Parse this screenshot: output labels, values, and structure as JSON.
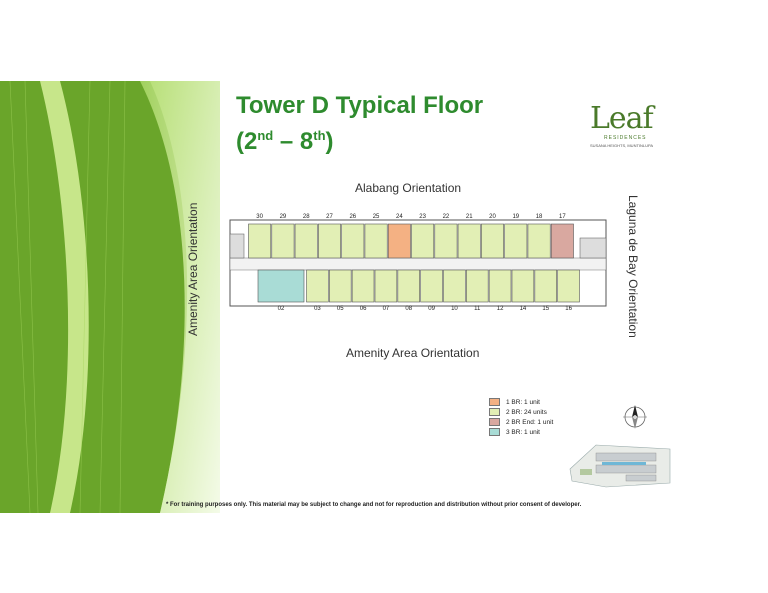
{
  "title": {
    "line1": "Tower D Typical Floor",
    "open": "(2",
    "sup1": "nd",
    "mid": " – 8",
    "sup2": "th",
    "close": ")"
  },
  "logo": {
    "word": "Leaf",
    "residences": "RESIDENCES",
    "location": "SUSANA HEIGHTS, MUNTINLUPA"
  },
  "orientation": {
    "top": "Alabang Orientation",
    "bottom": "Amenity Area Orientation",
    "left": "Amenity Area Orientation",
    "right": "Laguna de Bay Orientation"
  },
  "units_top": [
    "30",
    "29",
    "28",
    "27",
    "26",
    "25",
    "24",
    "23",
    "22",
    "21",
    "20",
    "19",
    "18",
    "17"
  ],
  "units_bottom": [
    "02",
    "03",
    "05",
    "06",
    "07",
    "08",
    "09",
    "10",
    "11",
    "12",
    "14",
    "15",
    "16"
  ],
  "legend": [
    {
      "label": "1 BR: 1 unit",
      "color": "#f4b183"
    },
    {
      "label": "2 BR: 24 units",
      "color": "#e2efb5"
    },
    {
      "label": "2 BR End: 1 unit",
      "color": "#d9a8a0"
    },
    {
      "label": "3 BR: 1 unit",
      "color": "#a9dcd6"
    }
  ],
  "compass": {
    "label": "N"
  },
  "footnote": "* For training purposes only. This material may be subject to change and not for reproduction and distribution without prior consent of developer.",
  "colors": {
    "title": "#2e8b2e",
    "unit2br": "#e2efb5",
    "unit1br": "#f4b183",
    "unit2brEnd": "#d9a8a0",
    "unit3br": "#a9dcd6"
  }
}
